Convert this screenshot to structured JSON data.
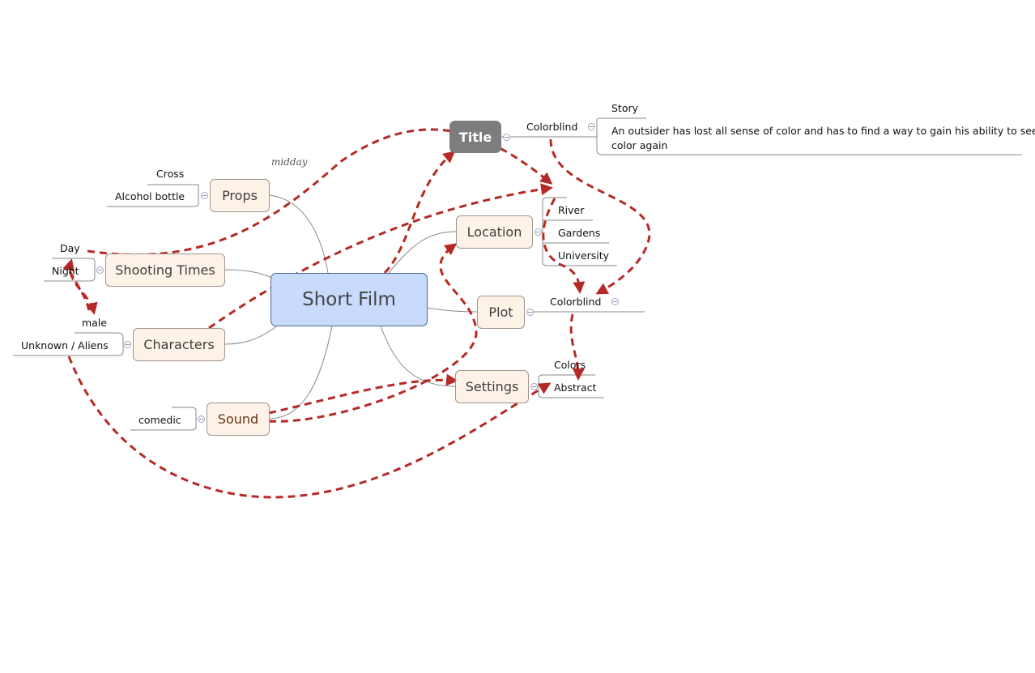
{
  "central": "Short Film",
  "title_node": {
    "label": "Title",
    "child": "Colorblind",
    "story_label": "Story",
    "story_text_1": "An outsider has lost all sense of color and has to find a way to gain his ability to see",
    "story_text_2": "color again"
  },
  "topics": {
    "props": {
      "label": "Props",
      "children": [
        "Cross",
        "Alcohol bottle"
      ]
    },
    "shooting_times": {
      "label": "Shooting Times",
      "children": [
        "Day",
        "Night"
      ]
    },
    "characters": {
      "label": "Characters",
      "children": [
        "male",
        "Unknown / Aliens"
      ]
    },
    "sound": {
      "label": "Sound",
      "children": [
        "comedic"
      ]
    },
    "location": {
      "label": "Location",
      "children": [
        "River",
        "Gardens",
        "University"
      ]
    },
    "plot": {
      "label": "Plot",
      "children": [
        "Colorblind"
      ]
    },
    "settings": {
      "label": "Settings",
      "children": [
        "Colors",
        "Abstract"
      ]
    }
  },
  "relationship_label": "midday",
  "colors": {
    "relationship": "#b52a26",
    "central_fill": "#c8dbfd",
    "topic_fill": "#fdf2e8",
    "title_fill": "#7d7d7d"
  }
}
